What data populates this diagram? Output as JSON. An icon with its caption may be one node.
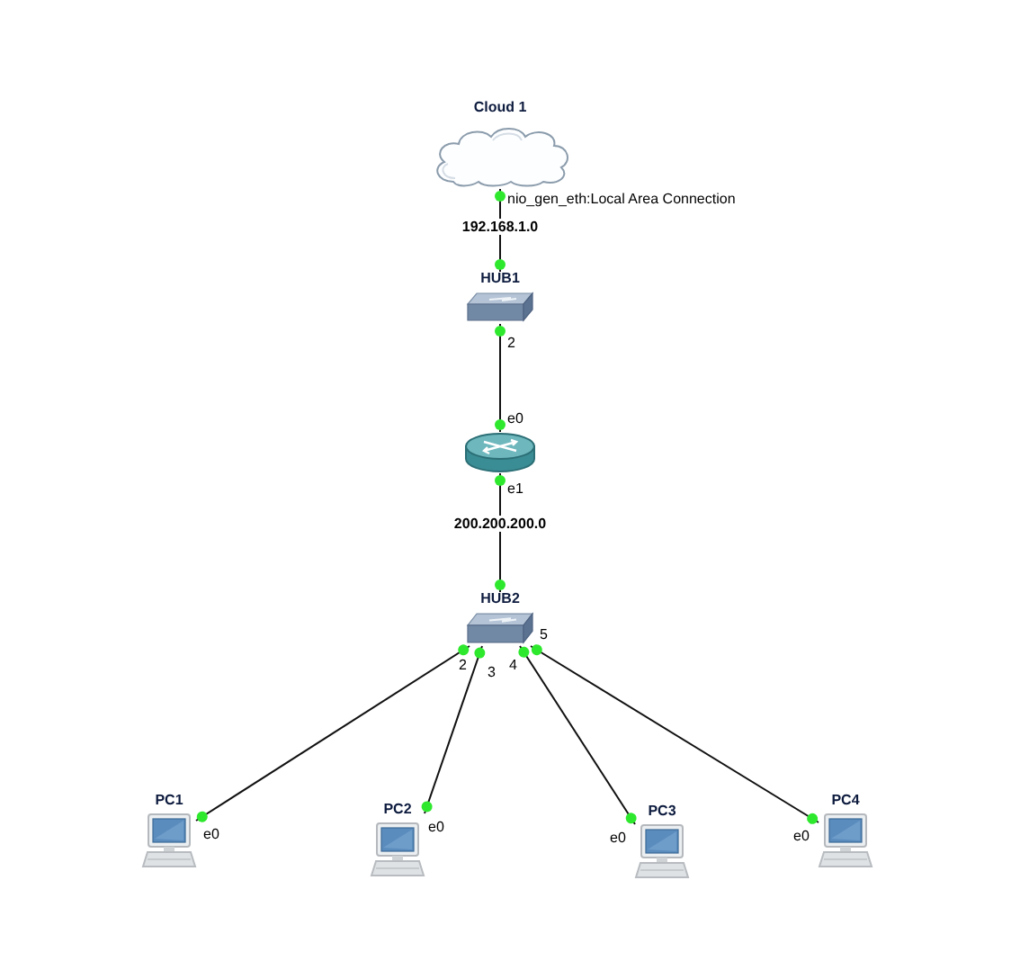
{
  "diagram": {
    "nodes": [
      {
        "text": [
          "Cloud 1"
        ]
      },
      {
        "text": [
          "HUB1"
        ]
      },
      {
        "text": [],
        "shape": "cylinder"
      },
      {
        "text": [
          "HUB2"
        ]
      },
      {
        "text": [
          "PC1"
        ]
      },
      {
        "text": [
          "PC2"
        ]
      },
      {
        "text": [
          "PC3"
        ]
      },
      {
        "text": [
          "PC4"
        ]
      }
    ],
    "edges": [
      {
        "from": 0,
        "to": 1,
        "arrow": "other",
        "label": "192.168.1.0"
      },
      {
        "from": 1,
        "to": 2,
        "arrow": "other"
      },
      {
        "from": 2,
        "to": 3,
        "arrow": "other",
        "label": "200.200.200.0"
      },
      {
        "from": 3,
        "to": 4,
        "arrow": "other"
      },
      {
        "from": 3,
        "to": 5,
        "arrow": "other"
      },
      {
        "from": 3,
        "to": 6,
        "arrow": "other"
      },
      {
        "from": 3,
        "to": 7,
        "arrow": "other"
      }
    ],
    "labels": [
      "nio_gen_eth:Local Area Connection",
      "2",
      "e0",
      "e1",
      "2",
      "3",
      "4",
      "5",
      "e0",
      "e0",
      "e0",
      "e0"
    ]
  }
}
